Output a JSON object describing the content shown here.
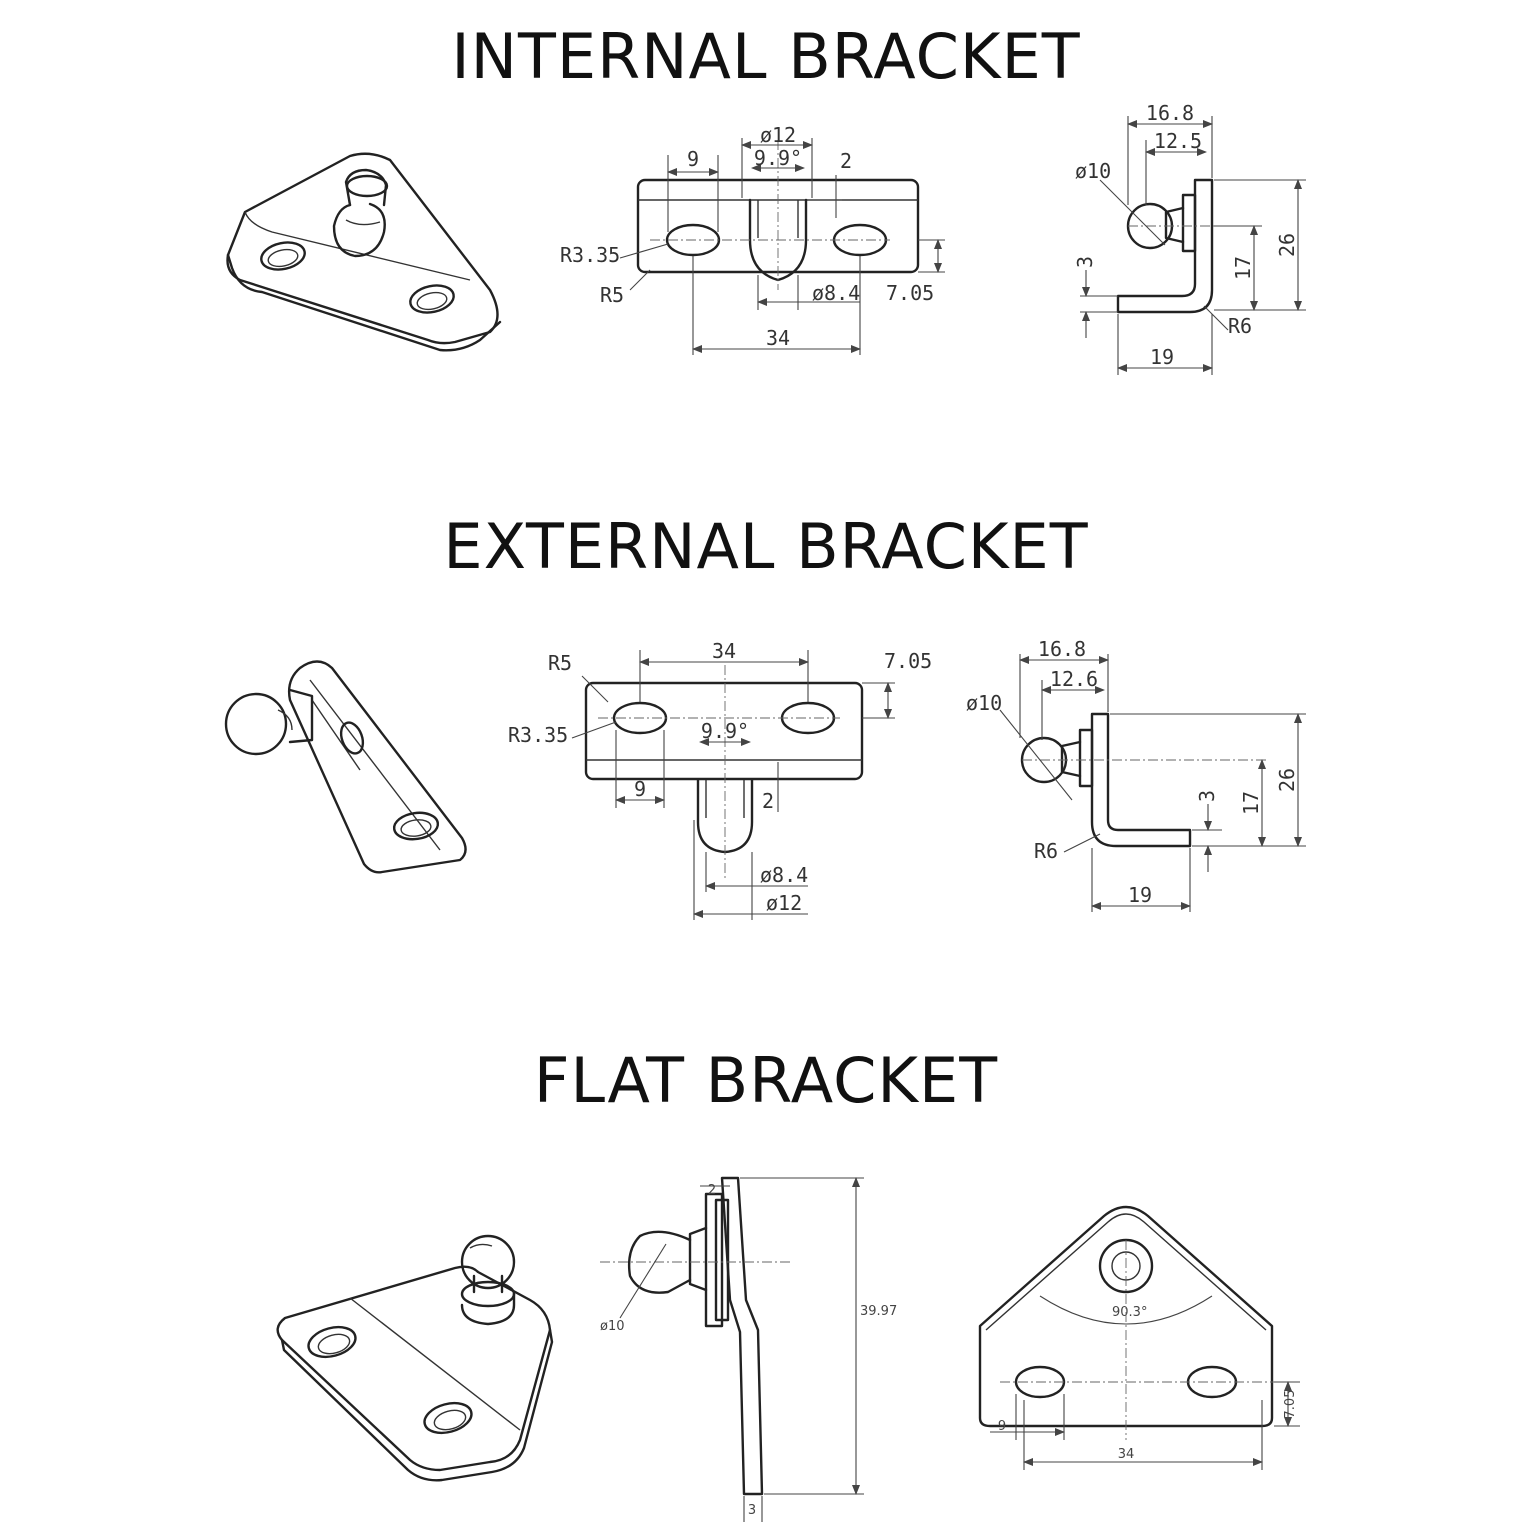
{
  "sections": {
    "internal": {
      "title": "INTERNAL BRACKET",
      "dims": {
        "d12": "ø12",
        "a99": "9.9°",
        "n9": "9",
        "n2": "2",
        "r335": "R3.35",
        "r5": "R5",
        "d84": "ø8.4",
        "n705": "7.05",
        "n34": "34",
        "n168": "16.8",
        "n125": "12.5",
        "d10": "ø10",
        "n26": "26",
        "n17": "17",
        "n3": "3",
        "r6": "R6",
        "n19": "19"
      }
    },
    "external": {
      "title": "EXTERNAL BRACKET",
      "dims": {
        "n34": "34",
        "r5": "R5",
        "n705": "7.05",
        "r335": "R3.35",
        "a99": "9.9°",
        "n9": "9",
        "n2": "2",
        "d84": "ø8.4",
        "d12": "ø12",
        "n168": "16.8",
        "n126": "12.6",
        "d10": "ø10",
        "n26": "26",
        "n17": "17",
        "n3": "3",
        "r6": "R6",
        "n19": "19"
      }
    },
    "flat": {
      "title": "FLAT BRACKET",
      "dims": {
        "n2": "2",
        "d10": "ø10",
        "n3997": "39.97",
        "n3": "3",
        "a903": "90.3°",
        "n705": "7.05",
        "n9": "9",
        "n34": "34"
      }
    }
  }
}
